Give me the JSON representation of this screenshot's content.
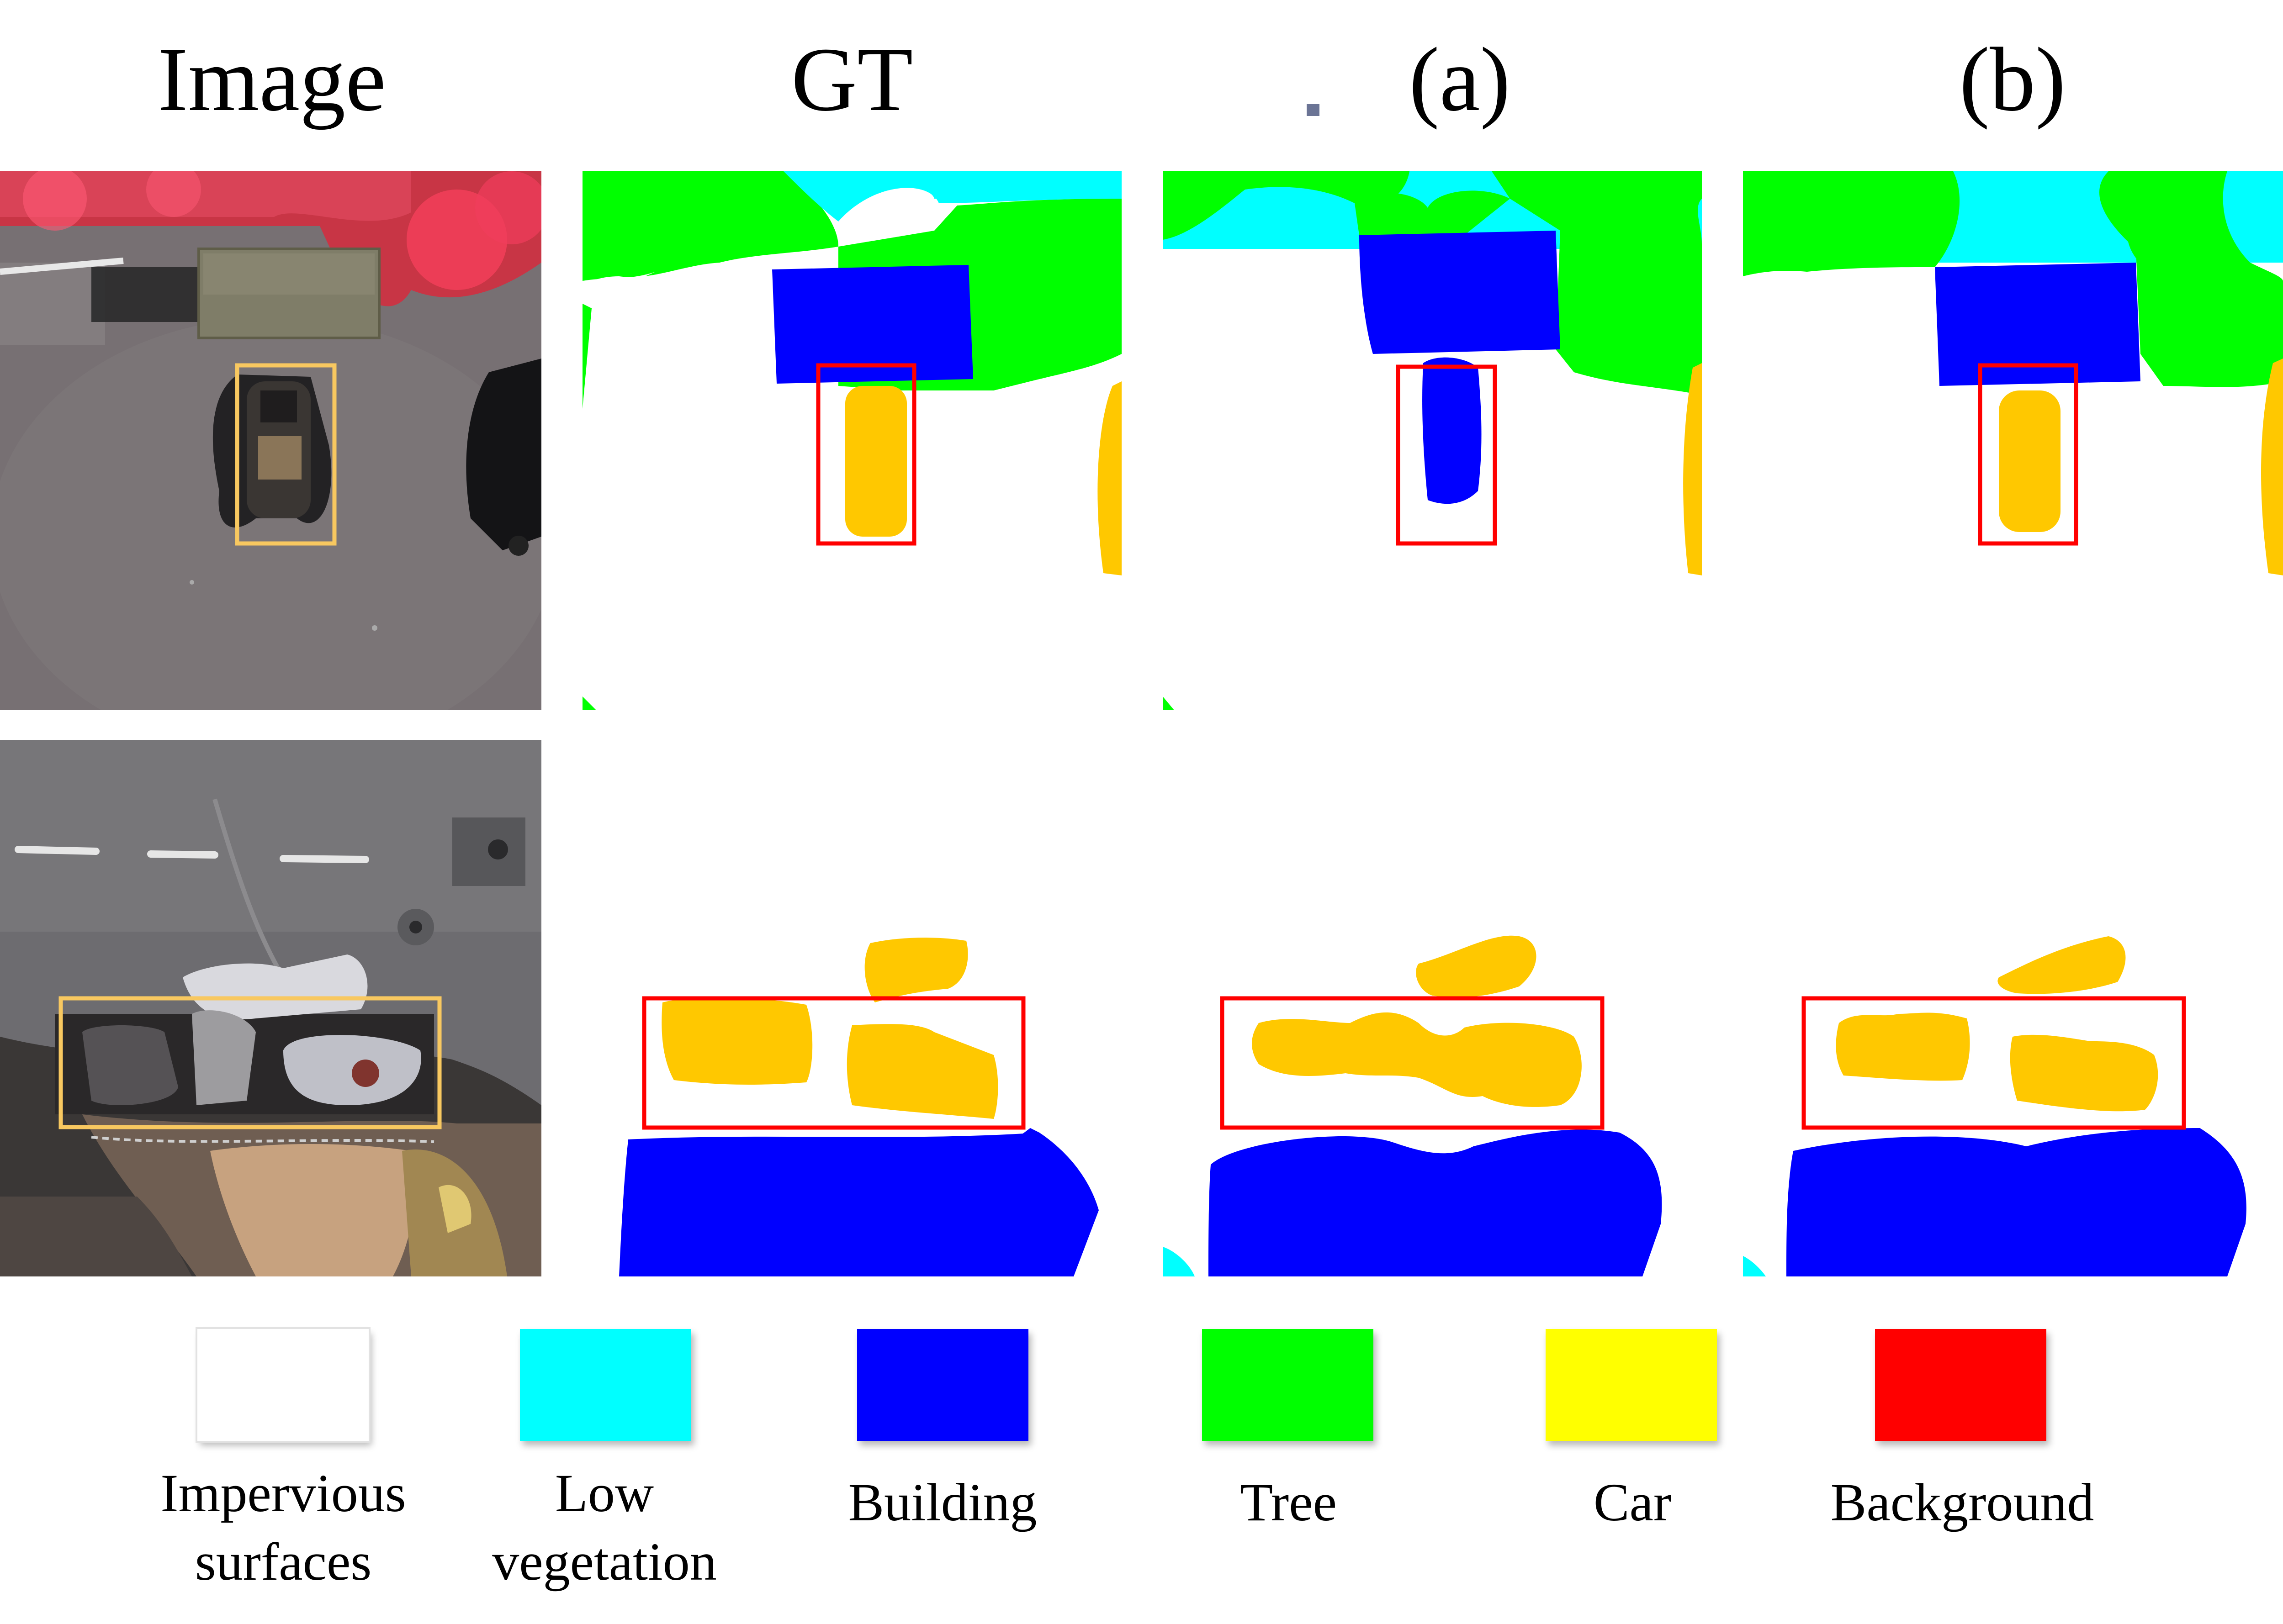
{
  "columns": [
    "Image",
    "GT",
    "(a)",
    "(b)"
  ],
  "legend": [
    {
      "label": "Impervious surfaces",
      "line1": "Impervious",
      "line2": "surfaces",
      "color": "#ffffff"
    },
    {
      "label": "Low vegetation",
      "line1": "Low",
      "line2": "vegetation",
      "color": "#00ffff"
    },
    {
      "label": "Building",
      "line1": "Building",
      "line2": "",
      "color": "#0000ff"
    },
    {
      "label": "Tree",
      "line1": "Tree",
      "line2": "",
      "color": "#00ff00"
    },
    {
      "label": "Car",
      "line1": "Car",
      "line2": "",
      "color": "#ffff00"
    },
    {
      "label": "Background",
      "line1": "Background",
      "line2": "",
      "color": "#ff0000"
    }
  ],
  "colors": {
    "impervious": "#ffffff",
    "low_vegetation": "#00ffff",
    "building": "#0000ff",
    "tree": "#00ff00",
    "car": "#ffc800",
    "background": "#ff0000",
    "highlight_image": "#f8c860",
    "highlight_mask": "#ff0000"
  }
}
